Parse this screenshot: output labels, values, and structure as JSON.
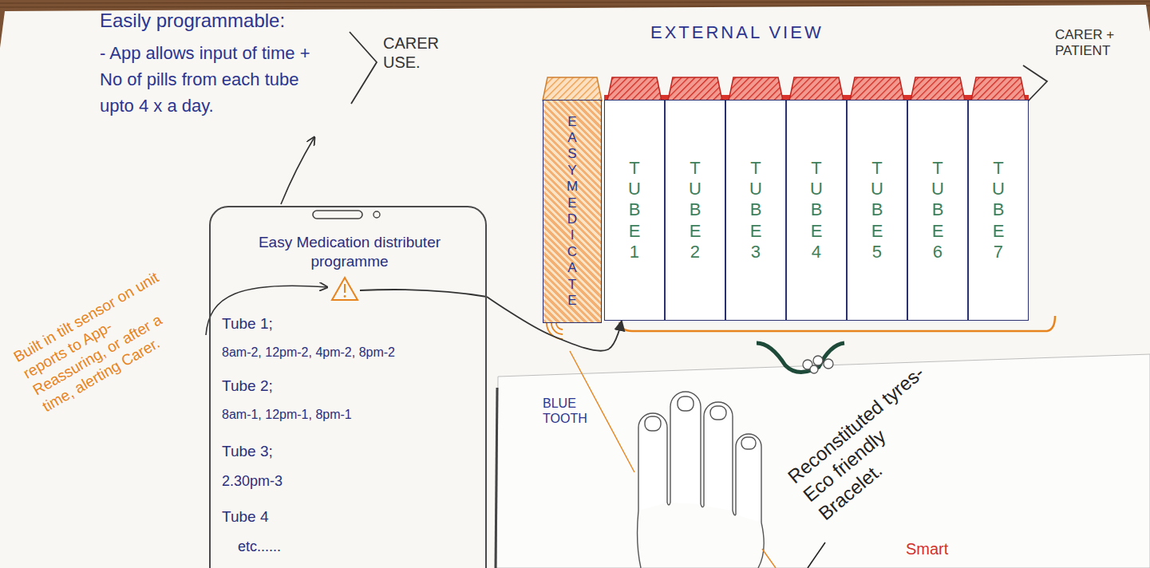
{
  "diagram": {
    "nodes": [
      {
        "text": [
          "EASY MEDICATE"
        ]
      },
      {
        "text": [
          "TUBE 1"
        ]
      },
      {
        "text": [
          "TUBE 2"
        ]
      },
      {
        "text": [
          "TUBE 3"
        ]
      },
      {
        "text": [
          "TUBE 4"
        ]
      },
      {
        "text": [
          "TUBE 5"
        ]
      },
      {
        "text": [
          "TUBE 6"
        ]
      },
      {
        "text": [
          "TUBE 7"
        ]
      },
      {
        "text": [
          "Easy Medication distributer programme",
          "Tube 1;",
          "8am-2, 12pm-2, 4pm-2, 8pm-2",
          "Tube 2;",
          "8am-1, 12pm-1, 8pm-1",
          "Tube 3;",
          "2.30pm-3",
          "Tube 4",
          "etc......"
        ]
      }
    ],
    "edges": [
      {
        "from": 8,
        "to": 1,
        "arrow": "to"
      }
    ],
    "labels": [
      "Easily programmable:",
      "- App allows input of time + No of pills from each tube upto 4 x a day.",
      "CARER USE.",
      "EXTERNAL VIEW",
      "CARER + PATIENT",
      "Built in tilt sensor on unit reports to App- Reassuring, or after a time, alerting Carer.",
      "BLUE TOOTH",
      "Reconstituted tyres- Eco friendly Bracelet.",
      "Smart"
    ]
  }
}
